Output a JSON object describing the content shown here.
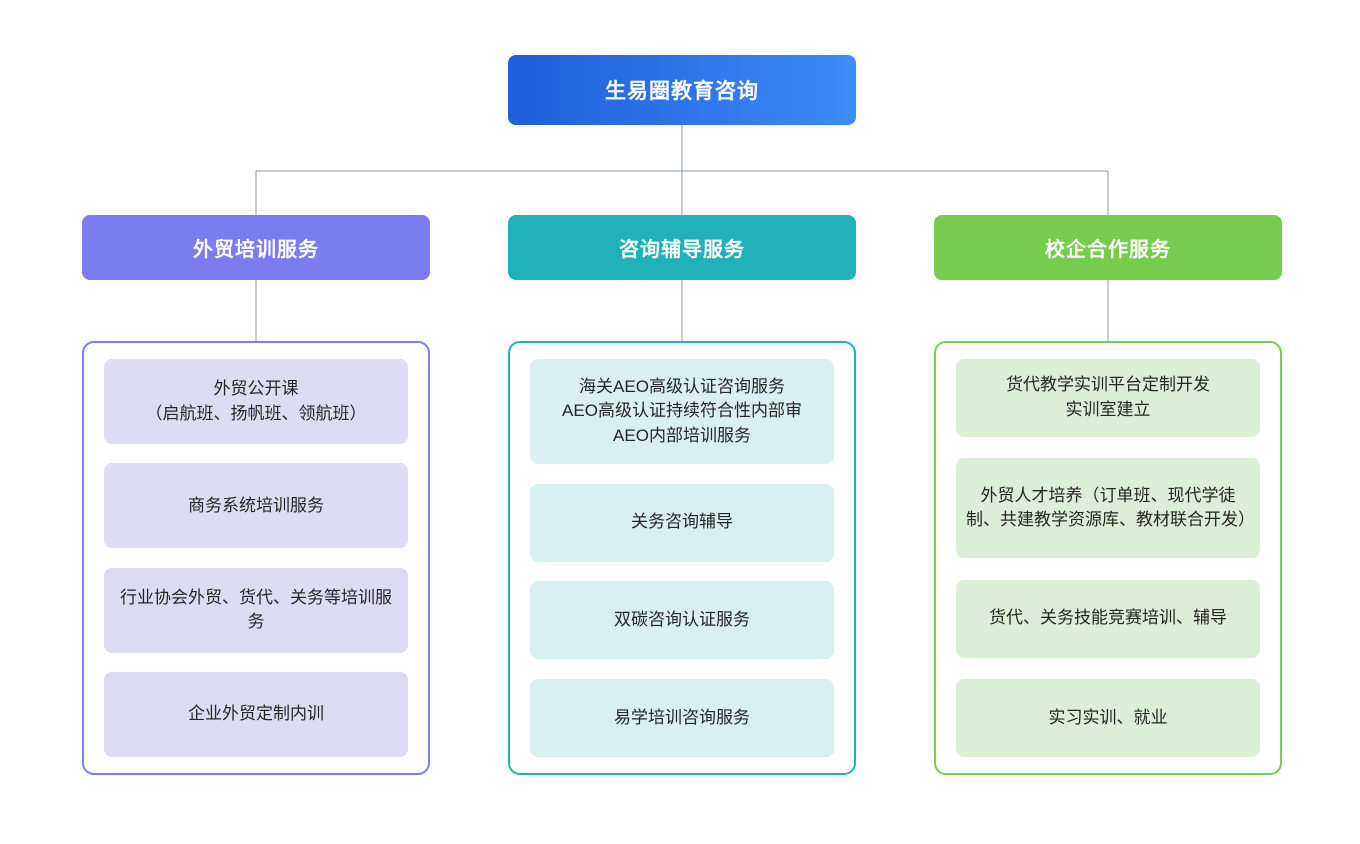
{
  "chart_data": {
    "type": "diagram",
    "diagram_type": "organizational-tree",
    "title": "生易圈教育咨询",
    "levels": 3,
    "branch_count": 3,
    "orientation": "top-down"
  },
  "root": {
    "label": "生易圈教育咨询",
    "gradient_from": "#1f5ddb",
    "gradient_to": "#3d8cf7",
    "text_color": "#ffffff"
  },
  "connector": {
    "color": "#8b99a9",
    "width": 1
  },
  "branches": [
    {
      "header_label": "外贸培训服务",
      "header_color": "#7b7cf0",
      "panel_border_color": "#7b7cf0",
      "card_bg": "#dedcf3",
      "text_color": "#262626",
      "items": [
        {
          "label": "外贸公开课\n（启航班、扬帆班、领航班）",
          "height": 85
        },
        {
          "label": "商务系统培训服务",
          "height": 85
        },
        {
          "label": "行业协会外贸、货代、关务等培训服务",
          "height": 85
        },
        {
          "label": "企业外贸定制内训",
          "height": 85
        }
      ]
    },
    {
      "header_label": "咨询辅导服务",
      "header_color": "#20b2b8",
      "panel_border_color": "#20b2b8",
      "card_bg": "#d9eff0",
      "text_color": "#262626",
      "items": [
        {
          "label": "海关AEO高级认证咨询服务\nAEO高级认证持续符合性内部审\nAEO内部培训服务",
          "height": 105
        },
        {
          "label": "关务咨询辅导",
          "height": 78
        },
        {
          "label": "双碳咨询认证服务",
          "height": 78
        },
        {
          "label": "易学培训咨询服务",
          "height": 78
        }
      ]
    },
    {
      "header_label": "校企合作服务",
      "header_color": "#77cc4f",
      "panel_border_color": "#77cc4f",
      "card_bg": "#dcedd8",
      "text_color": "#262626",
      "items": [
        {
          "label": "货代教学实训平台定制开发\n实训室建立",
          "height": 78
        },
        {
          "label": "外贸人才培养（订单班、现代学徒制、共建教学资源库、教材联合开发）",
          "height": 100
        },
        {
          "label": "货代、关务技能竞赛培训、辅导",
          "height": 78
        },
        {
          "label": "实习实训、就业",
          "height": 78
        }
      ]
    }
  ]
}
